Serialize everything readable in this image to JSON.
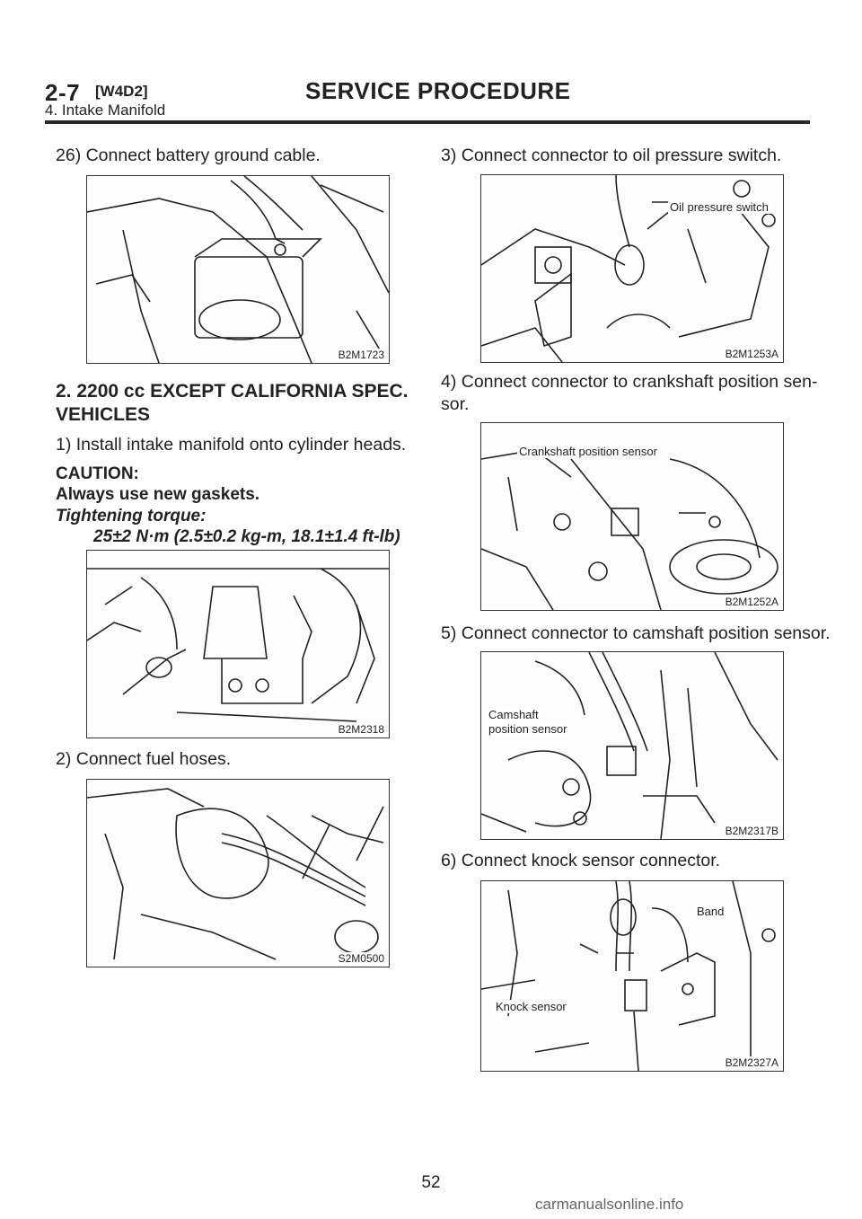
{
  "header": {
    "section": "2-7",
    "code": "[W4D2]",
    "title": "SERVICE PROCEDURE",
    "subtitle": "4. Intake Manifold"
  },
  "left": {
    "step26": "26) Connect battery ground cable.",
    "fig1_code": "B2M1723",
    "heading_line1": "2. 2200 cc EXCEPT CALIFORNIA SPEC.",
    "heading_line2": "VEHICLES",
    "step1": "1) Install intake manifold onto cylinder heads.",
    "caution_label": "CAUTION:",
    "caution_text": "Always use new gaskets.",
    "torque_label": "Tightening torque:",
    "torque_value": "25±2 N·m (2.5±0.2 kg-m, 18.1±1.4 ft-lb)",
    "fig2_code": "B2M2318",
    "step2": "2) Connect fuel hoses.",
    "fig3_code": "S2M0500"
  },
  "right": {
    "step3": "3) Connect connector to oil pressure switch.",
    "fig4_code": "B2M1253A",
    "fig4_label": "Oil pressure switch",
    "step4_line1": "4) Connect connector to crankshaft position sen-",
    "step4_line2": "sor.",
    "fig5_code": "B2M1252A",
    "fig5_label": "Crankshaft position sensor",
    "step5": "5) Connect connector to camshaft position sensor.",
    "fig6_code": "B2M2317B",
    "fig6_label1": "Camshaft",
    "fig6_label2": "position sensor",
    "step6": "6) Connect knock sensor connector.",
    "fig7_code": "B2M2327A",
    "fig7_label_band": "Band",
    "fig7_label_knock": "Knock sensor"
  },
  "footer": {
    "page": "52",
    "watermark": "carmanualsonline.info"
  }
}
